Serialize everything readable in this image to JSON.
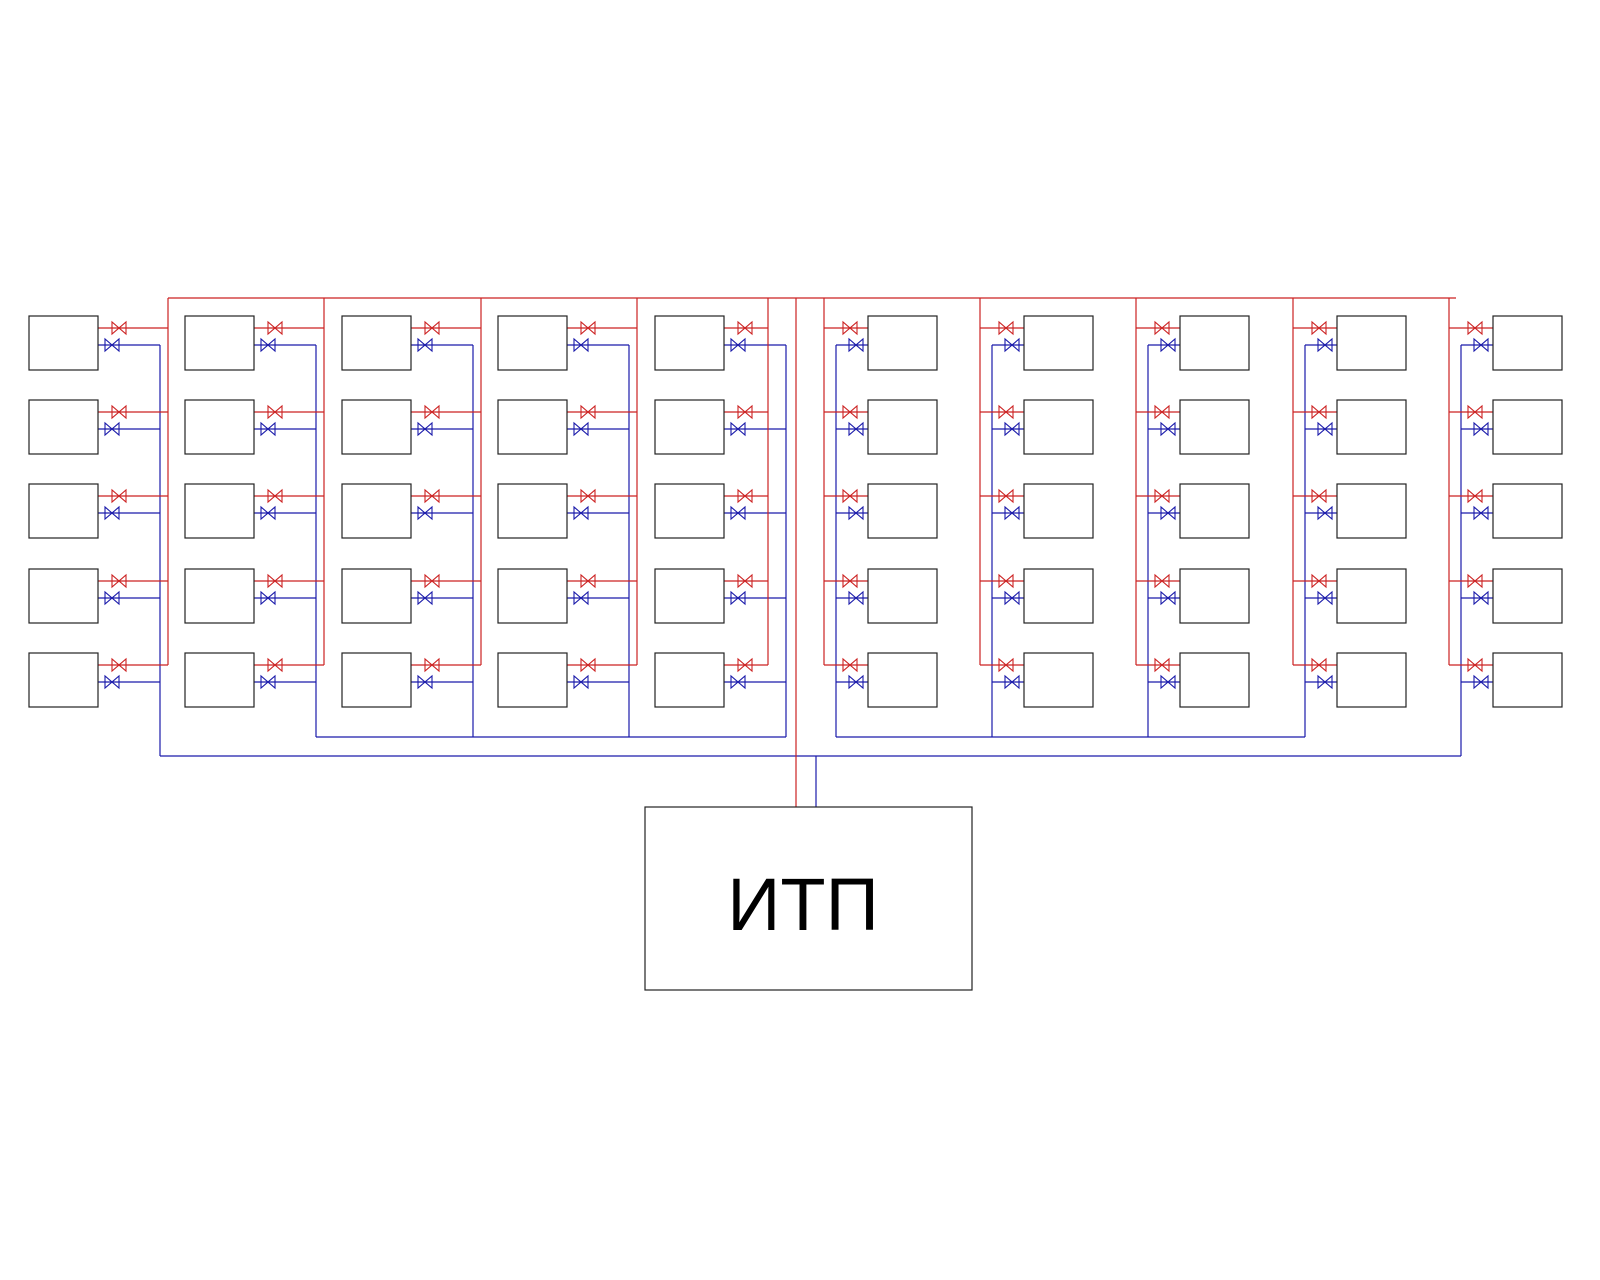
{
  "diagram": {
    "itp_label": "ИТП",
    "colors": {
      "supply": "#cc2222",
      "return": "#1a1aaa",
      "outline": "#222222",
      "background": "#ffffff"
    },
    "layout": {
      "columns": 10,
      "floors": 5,
      "left_columns": 5,
      "right_columns": 5
    }
  }
}
